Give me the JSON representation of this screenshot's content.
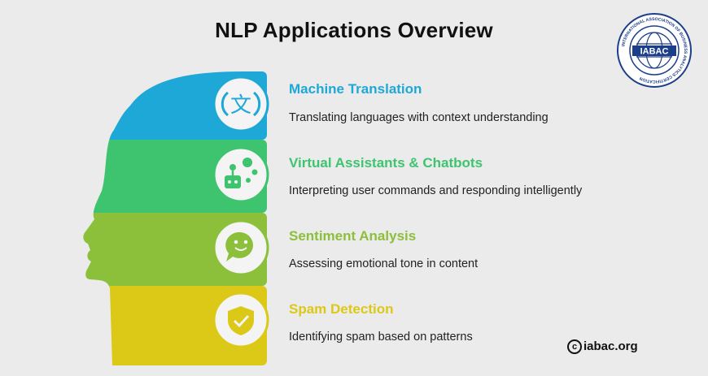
{
  "title": "NLP Applications Overview",
  "logo": {
    "name": "IABAC",
    "ring_text": "INTERNATIONAL ASSOCIATION OF BUSINESS ANALYTICS CERTIFICATION"
  },
  "items": [
    {
      "title": "Machine Translation",
      "description": "Translating languages with context understanding",
      "color": "#1ea8d8",
      "icon": "translate-icon"
    },
    {
      "title": "Virtual Assistants & Chatbots",
      "description": "Interpreting user commands and responding intelligently",
      "color": "#3ec46f",
      "icon": "robot-icon"
    },
    {
      "title": "Sentiment Analysis",
      "description": "Assessing emotional tone in content",
      "color": "#8cbf3a",
      "icon": "smiley-chat-icon"
    },
    {
      "title": "Spam Detection",
      "description": "Identifying spam based on patterns",
      "color": "#dcc917",
      "icon": "shield-check-icon"
    }
  ],
  "copyright": {
    "symbol": "c",
    "text": "iabac.org"
  }
}
